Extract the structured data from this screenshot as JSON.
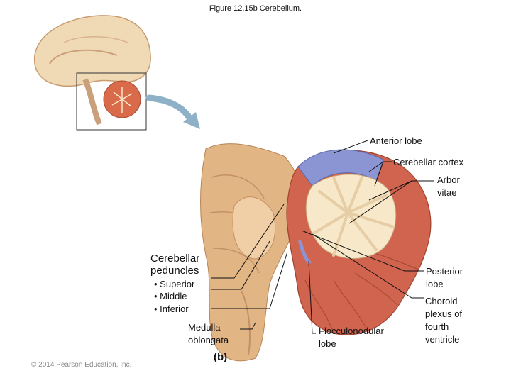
{
  "figure": {
    "title": "Figure 12.15b  Cerebellum.",
    "panel_letter": "(b)",
    "copyright": "© 2014 Pearson Education, Inc."
  },
  "labels": {
    "anterior_lobe": "Anterior lobe",
    "cerebellar_cortex": "Cerebellar cortex",
    "arbor_vitae": "Arbor\nvitae",
    "cerebellar_peduncles": "Cerebellar\npeduncles",
    "superior": "• Superior",
    "middle": "• Middle",
    "inferior": "• Inferior",
    "medulla_oblongata": "Medulla\noblongata",
    "flocculonodular_lobe": "Flocculonodular\nlobe",
    "posterior_lobe": "Posterior\nlobe",
    "choroid_plexus": "Choroid\nplexus of\nfourth\nventricle"
  },
  "colors": {
    "cortex_blue": "#8c95d4",
    "cerebellum_red": "#d0644e",
    "white_matter": "#f6e8c8",
    "brainstem": "#d9a877",
    "brain_outline": "#e9cfaa",
    "arrow": "#8eb1c8"
  }
}
